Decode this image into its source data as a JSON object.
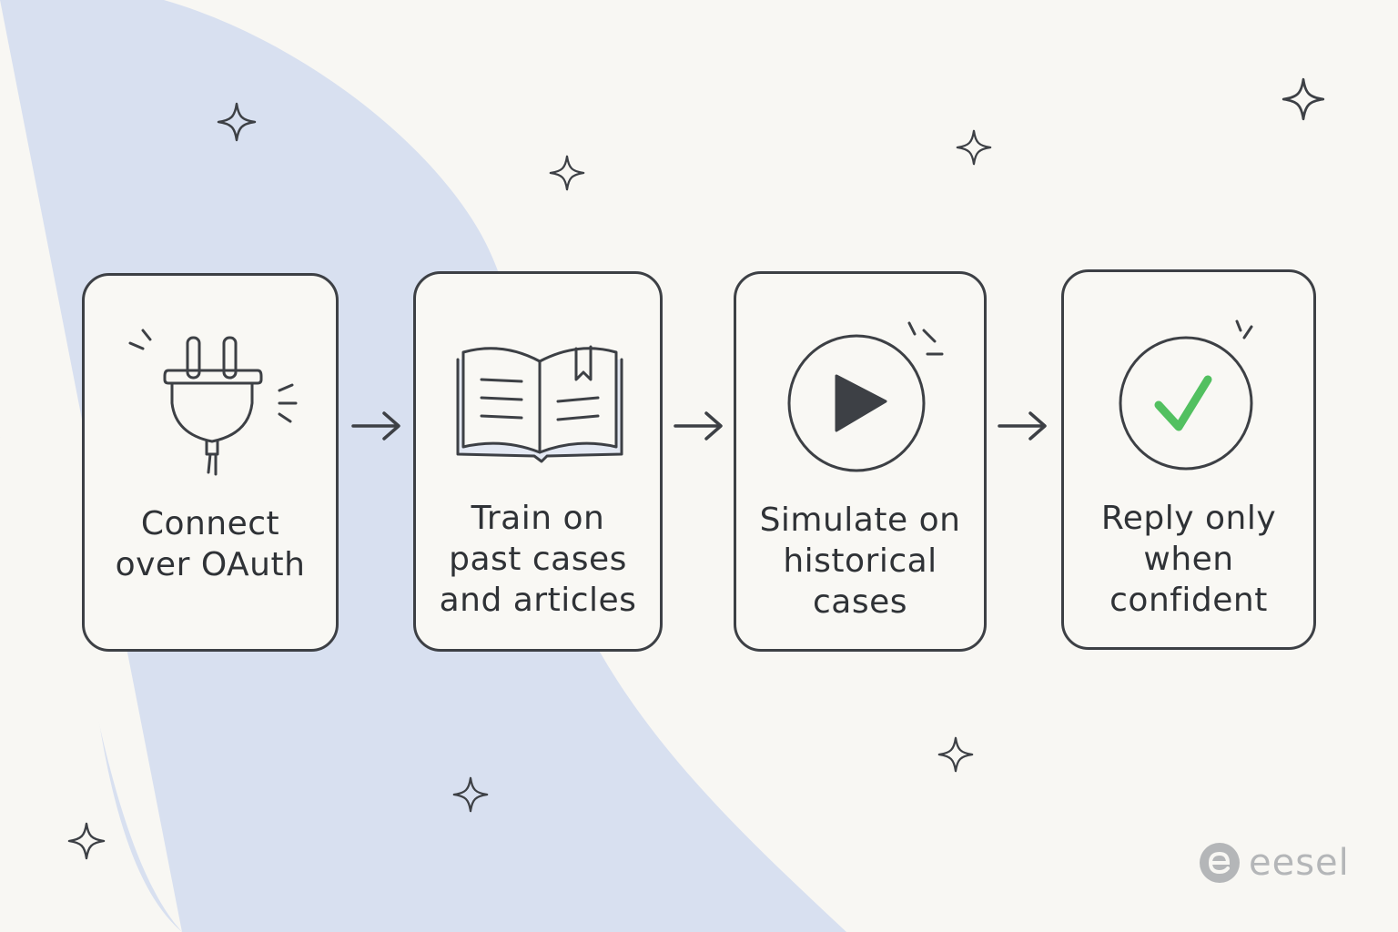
{
  "colors": {
    "background": "#f8f7f3",
    "blob": "#d8e0f0",
    "stroke": "#3d4045",
    "check": "#52c060",
    "logo": "#b4b6b8"
  },
  "steps": [
    {
      "label": "Connect\nover OAuth",
      "icon": "plug-icon"
    },
    {
      "label": "Train on\npast cases\nand articles",
      "icon": "open-book-icon"
    },
    {
      "label": "Simulate on\nhistorical\ncases",
      "icon": "play-icon"
    },
    {
      "label": "Reply only\nwhen\nconfident",
      "icon": "checkmark-icon"
    }
  ],
  "logo": {
    "text": "eesel"
  }
}
